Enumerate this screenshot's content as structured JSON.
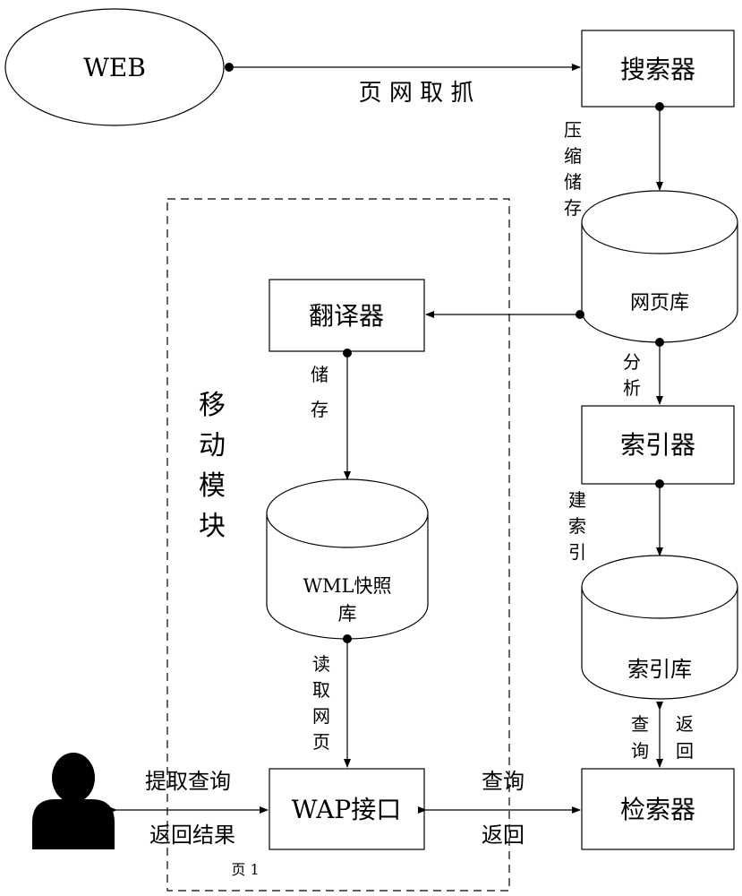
{
  "nodes": {
    "web": "WEB",
    "searcher": "搜索器",
    "webpage_db": "网页库",
    "indexer": "索引器",
    "index_db": "索引库",
    "retriever": "检索器",
    "translator": "翻译器",
    "wml_db_line1": "WML快照",
    "wml_db_line2": "库",
    "wap_interface": "WAP接口"
  },
  "module_label": [
    "移",
    "动",
    "模",
    "块"
  ],
  "edges": {
    "crawl": "页 网 取 抓",
    "compress_store": [
      "压",
      "缩",
      "储",
      "存"
    ],
    "analyze": [
      "分",
      "析"
    ],
    "build_index": [
      "建",
      "索",
      "引"
    ],
    "query_right": [
      "查",
      "询"
    ],
    "return_right": [
      "返",
      "回"
    ],
    "store": [
      "储",
      "存"
    ],
    "read_pages": [
      "读",
      "取",
      "网",
      "页"
    ],
    "query_bottom": "查询",
    "return_bottom": "返回",
    "extract_query": "提取查询",
    "return_results": "返回结果"
  },
  "page_marker": "页 1"
}
